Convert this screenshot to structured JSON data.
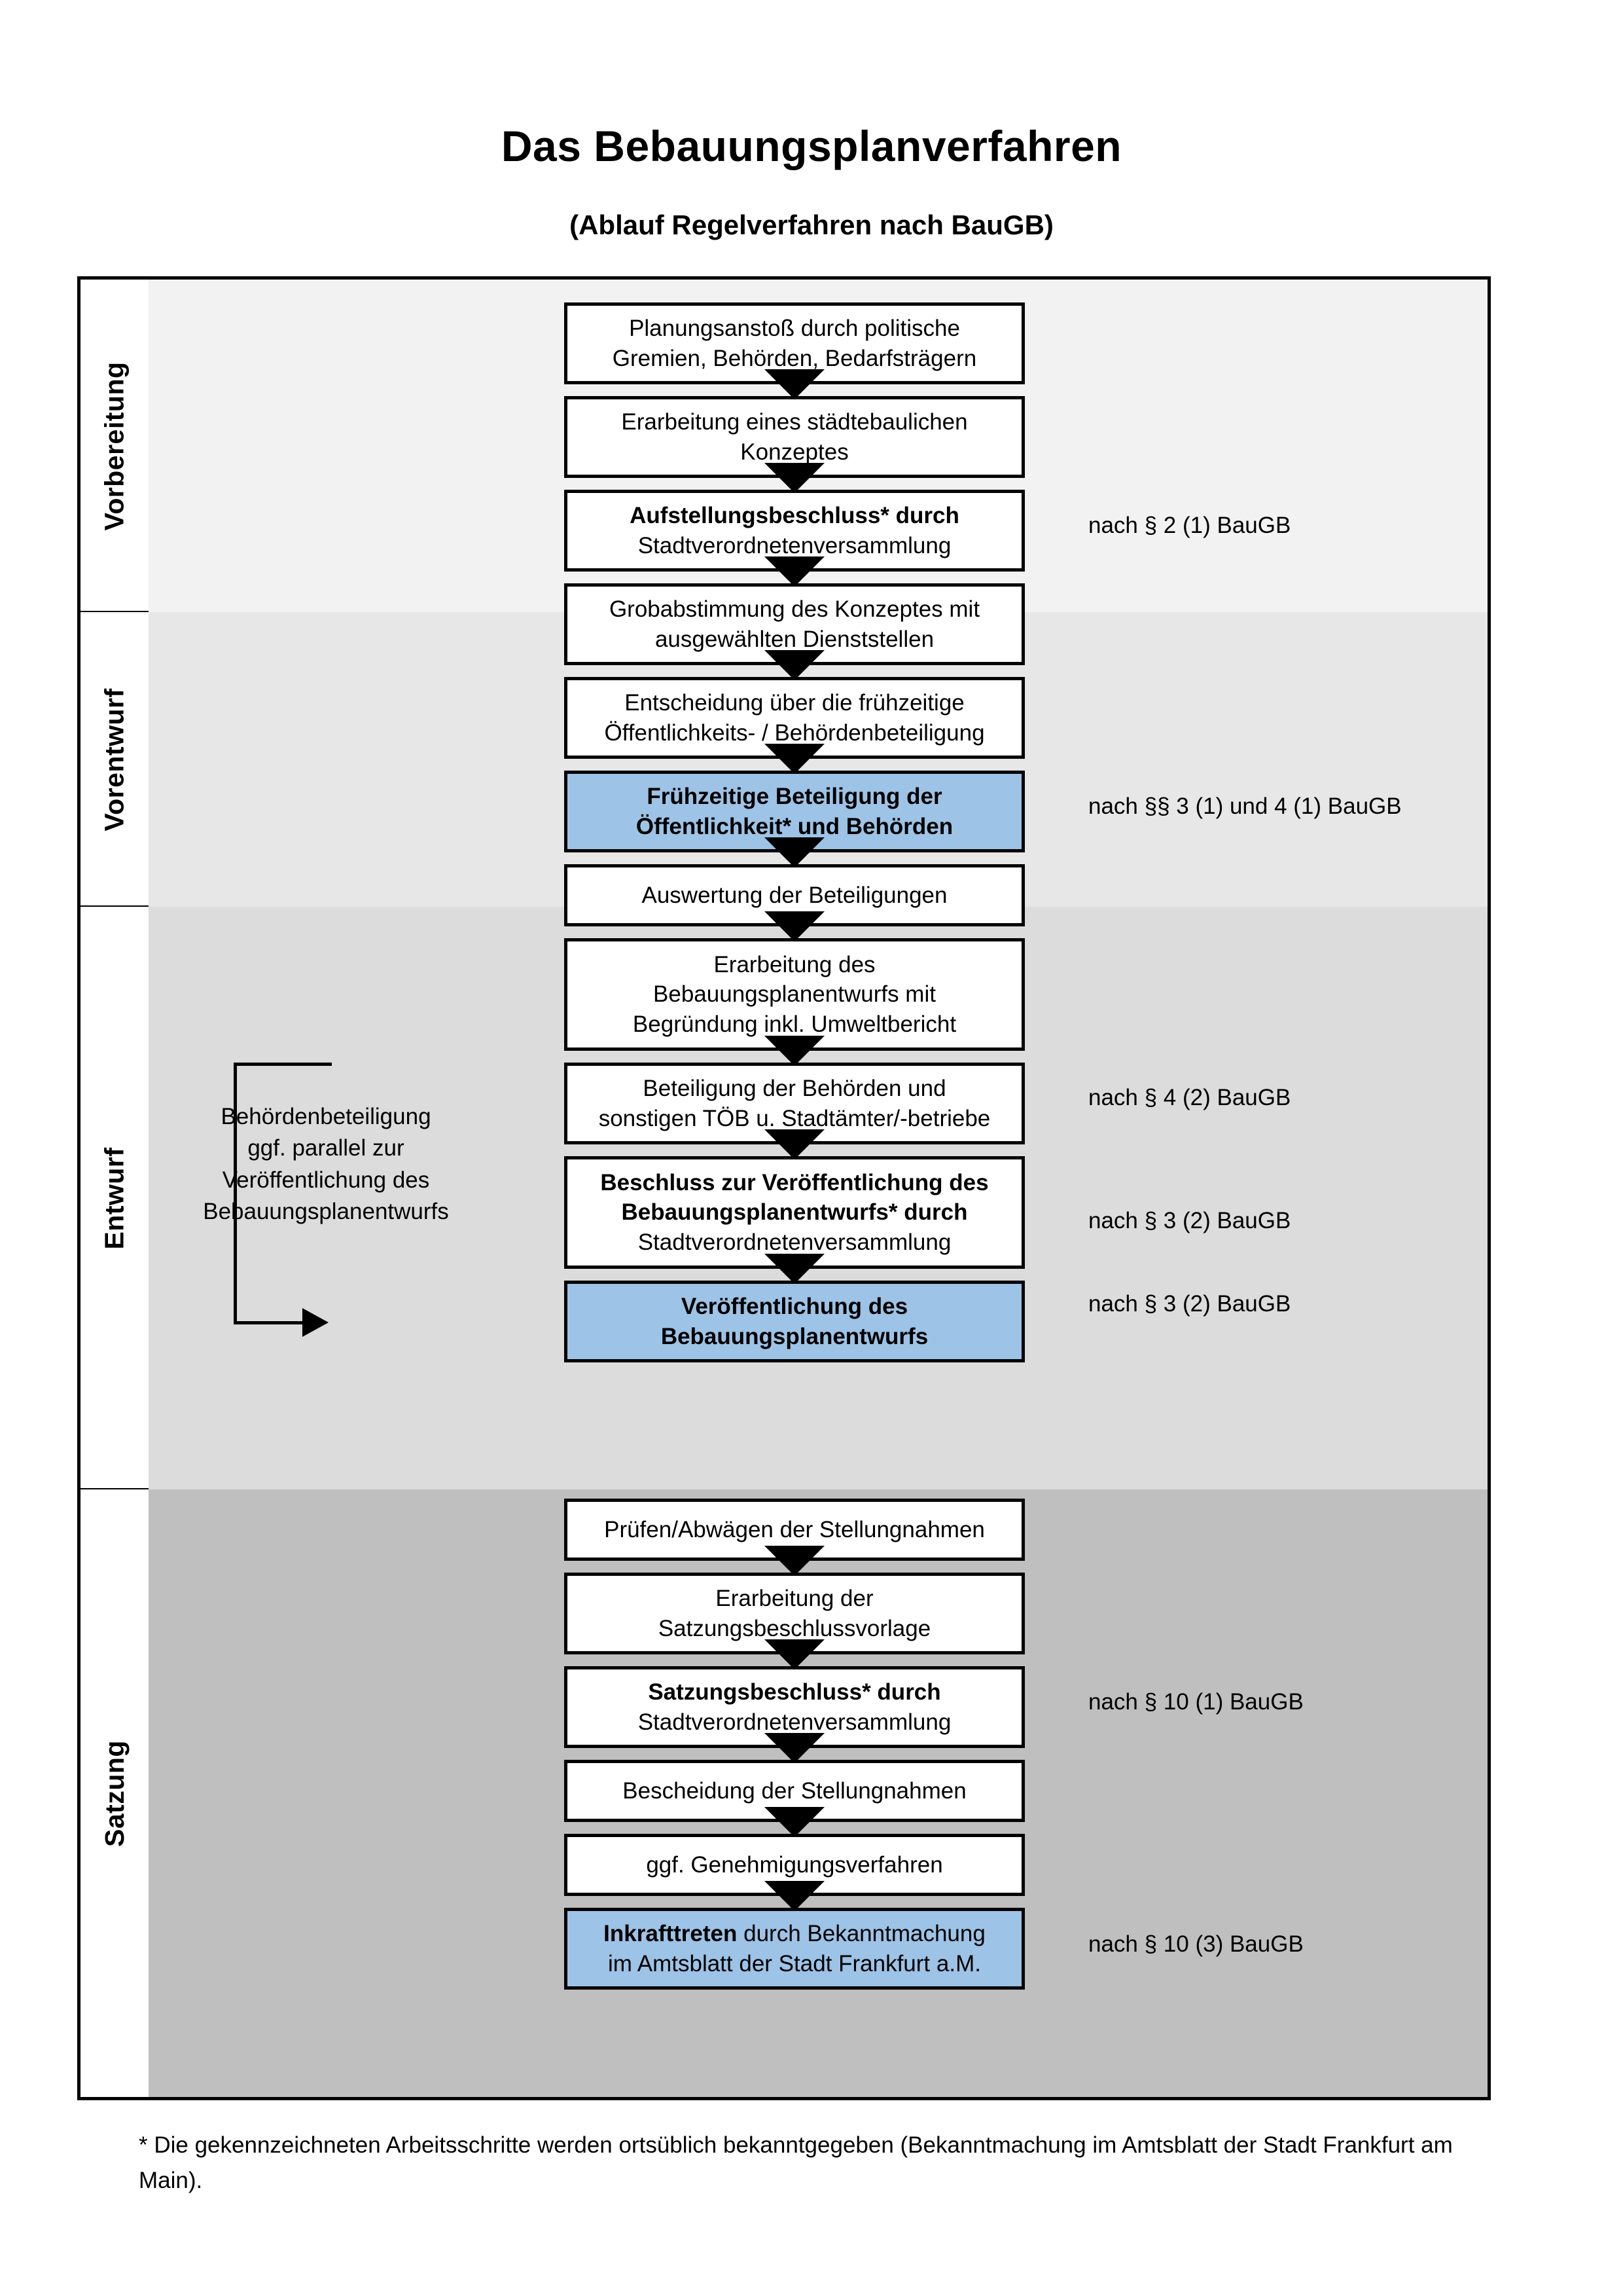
{
  "title": "Das Bebauungsplanverfahren",
  "subtitle": "(Ablauf Regelverfahren nach BauGB)",
  "colors": {
    "highlight": "#9DC3E6",
    "band_vorbereitung": "#F2F2F2",
    "band_vorentwurf": "#E7E7E7",
    "band_entwurf": "#DCDCDC",
    "band_satzung": "#BFBFBF",
    "border": "#000000",
    "box_fill": "#FFFFFF"
  },
  "phases": [
    {
      "label": "Vorbereitung"
    },
    {
      "label": "Vorentwurf"
    },
    {
      "label": "Entwurf"
    },
    {
      "label": "Satzung"
    }
  ],
  "nodes": [
    {
      "id": "n1",
      "line1": "Planungsanstoß durch politische",
      "line2": "Gremien, Behörden, Bedarfsträgern",
      "line3": "",
      "bold_prefix": "",
      "highlight": false
    },
    {
      "id": "n2",
      "line1": "Erarbeitung eines städtebaulichen",
      "line2": "Konzeptes",
      "line3": "",
      "bold_prefix": "",
      "highlight": false
    },
    {
      "id": "n3",
      "line1": "Aufstellungsbeschluss* durch",
      "line2": "Stadtverordnetenversammlung",
      "line3": "",
      "bold_prefix": "Aufstellungsbeschluss*",
      "highlight": false
    },
    {
      "id": "n4",
      "line1": "Grobabstimmung des Konzeptes mit",
      "line2": "ausgewählten Dienststellen",
      "line3": "",
      "bold_prefix": "",
      "highlight": false
    },
    {
      "id": "n5",
      "line1": "Entscheidung über die frühzeitige",
      "line2": "Öffentlichkeits- / Behördenbeteiligung",
      "line3": "",
      "bold_prefix": "",
      "highlight": false
    },
    {
      "id": "n6",
      "line1": "Frühzeitige Beteiligung der",
      "line2": "Öffentlichkeit* und Behörden",
      "line3": "",
      "bold_prefix": "ALL",
      "highlight": true
    },
    {
      "id": "n7",
      "line1": "Auswertung der Beteiligungen",
      "line2": "",
      "line3": "",
      "bold_prefix": "",
      "highlight": false
    },
    {
      "id": "n8",
      "line1": "Erarbeitung des",
      "line2": "Bebauungsplanentwurfs mit",
      "line3": "Begründung inkl. Umweltbericht",
      "bold_prefix": "",
      "highlight": false
    },
    {
      "id": "n9",
      "line1": "Beteiligung der Behörden und",
      "line2": "sonstigen TÖB u. Stadtämter/-betriebe",
      "line3": "",
      "bold_prefix": "",
      "highlight": false
    },
    {
      "id": "n10",
      "line1": "Beschluss zur Veröffentlichung des",
      "line2": "Bebauungsplanentwurfs* durch",
      "line3": "Stadtverordnetenversammlung",
      "bold_prefix": "Beschluss zur Veröffentlichung des Bebauungsplanentwurfs*",
      "highlight": false
    },
    {
      "id": "n11",
      "line1": "Veröffentlichung des",
      "line2": "Bebauungsplanentwurfs",
      "line3": "",
      "bold_prefix": "ALL",
      "highlight": true
    },
    {
      "id": "n12",
      "line1": "Prüfen/Abwägen der Stellungnahmen",
      "line2": "",
      "line3": "",
      "bold_prefix": "",
      "highlight": false
    },
    {
      "id": "n13",
      "line1": "Erarbeitung der",
      "line2": "Satzungsbeschlussvorlage",
      "line3": "",
      "bold_prefix": "",
      "highlight": false
    },
    {
      "id": "n14",
      "line1": "Satzungsbeschluss* durch",
      "line2": "Stadtverordnetenversammlung",
      "line3": "",
      "bold_prefix": "Satzungsbeschluss*",
      "highlight": false
    },
    {
      "id": "n15",
      "line1": "Bescheidung der Stellungnahmen",
      "line2": "",
      "line3": "",
      "bold_prefix": "",
      "highlight": false
    },
    {
      "id": "n16",
      "line1": "ggf. Genehmigungsverfahren",
      "line2": "",
      "line3": "",
      "bold_prefix": "",
      "highlight": false
    },
    {
      "id": "n17",
      "line1": "Inkrafttreten durch Bekanntmachung",
      "line2": "im Amtsblatt der Stadt Frankfurt a.M.",
      "line3": "",
      "bold_prefix": "Inkrafttreten",
      "highlight": true
    }
  ],
  "legal_refs": [
    {
      "id": "l1",
      "text": "nach § 2 (1) BauGB"
    },
    {
      "id": "l2",
      "text": "nach §§ 3 (1) und 4 (1) BauGB"
    },
    {
      "id": "l3",
      "text": "nach § 4 (2) BauGB"
    },
    {
      "id": "l4",
      "text": "nach § 3 (2) BauGB"
    },
    {
      "id": "l5",
      "text": "nach § 3 (2) BauGB"
    },
    {
      "id": "l6",
      "text": "nach § 10 (1) BauGB"
    },
    {
      "id": "l7",
      "text": "nach § 10 (3) BauGB"
    }
  ],
  "side_note": {
    "line1": "Behördenbeteiligung",
    "line2": "ggf. parallel zur",
    "line3": "Veröffentlichung des",
    "line4": "Bebauungsplanentwurfs"
  },
  "footnote": "* Die gekennzeichneten Arbeitsschritte werden ortsüblich bekanntgegeben (Bekanntmachung im Amtsblatt  der Stadt Frankfurt am Main)."
}
